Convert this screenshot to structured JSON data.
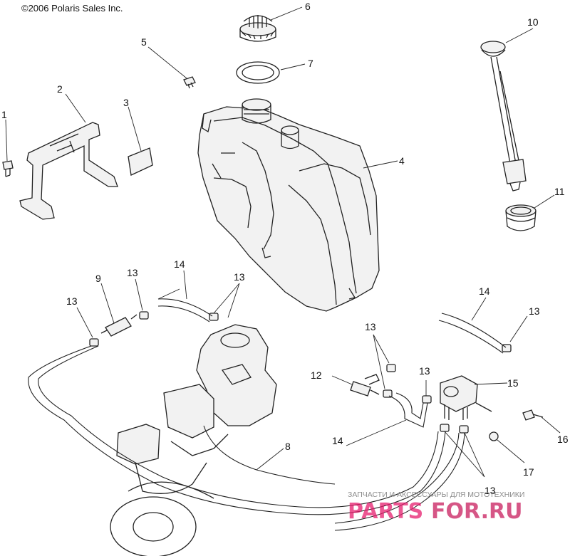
{
  "copyright": "©2006 Polaris Sales Inc.",
  "callouts": {
    "c1": "1",
    "c2": "2",
    "c3": "3",
    "c4": "4",
    "c5": "5",
    "c6": "6",
    "c7": "7",
    "c8": "8",
    "c9": "9",
    "c10": "10",
    "c11": "11",
    "c12": "12",
    "c13a": "13",
    "c13b": "13",
    "c13c": "13",
    "c13d": "13",
    "c13e": "13",
    "c13f": "13",
    "c13g": "13",
    "c14a": "14",
    "c14b": "14",
    "c14c": "14",
    "c15": "15",
    "c16": "16",
    "c17": "17"
  },
  "watermark": {
    "tagline": "ЗАПЧАСТИ И АКСЕССУАРЫ ДЛЯ МОТОТЕХНИКИ",
    "brand_left": "PARTS",
    "brand_right": "FOR.RU"
  },
  "colors": {
    "line": "#222222",
    "watermark_brand": "#e61e6e",
    "watermark_tagline": "#8c8c8c"
  }
}
